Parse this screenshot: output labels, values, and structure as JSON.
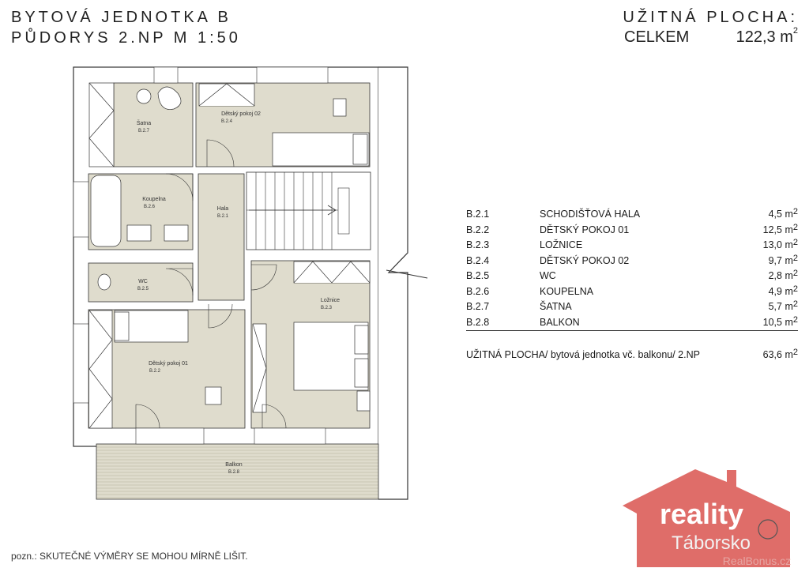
{
  "header": {
    "title_line1": "BYTOVÁ JEDNOTKA B",
    "title_line2": "PŮDORYS 2.NP  M 1:50",
    "usable_area_label": "UŽITNÁ PLOCHA:",
    "total_label": "CELKEM",
    "total_value": "122,3 m",
    "unit_sup": "2"
  },
  "plan": {
    "rooms": [
      {
        "name": "Šatna",
        "code": "B.2.7"
      },
      {
        "name": "Dětský pokoj 02",
        "code": "B.2.4"
      },
      {
        "name": "Koupelna",
        "code": "B.2.6"
      },
      {
        "name": "Hala",
        "code": "B.2.1"
      },
      {
        "name": "WC",
        "code": "B.2.5"
      },
      {
        "name": "Ložnice",
        "code": "B.2.3"
      },
      {
        "name": "Dětský pokoj 01",
        "code": "B.2.2"
      },
      {
        "name": "Balkon",
        "code": "B.2.8"
      }
    ]
  },
  "legend": {
    "rows": [
      {
        "code": "B.2.1",
        "name": "SCHODIŠŤOVÁ HALA",
        "area": "4,5 m"
      },
      {
        "code": "B.2.2",
        "name": "DĚTSKÝ POKOJ 01",
        "area": "12,5 m"
      },
      {
        "code": "B.2.3",
        "name": "LOŽNICE",
        "area": "13,0 m"
      },
      {
        "code": "B.2.4",
        "name": "DĚTSKÝ POKOJ 02",
        "area": "9,7 m"
      },
      {
        "code": "B.2.5",
        "name": "WC",
        "area": "2,8 m"
      },
      {
        "code": "B.2.6",
        "name": "KOUPELNA",
        "area": "4,9 m"
      },
      {
        "code": "B.2.7",
        "name": "ŠATNA",
        "area": "5,7 m"
      },
      {
        "code": "B.2.8",
        "name": "BALKON",
        "area": "10,5 m"
      }
    ],
    "summary_label": "UŽITNÁ PLOCHA/ bytová jednotka vč. balkonu/ 2.NP",
    "summary_value": "63,6 m"
  },
  "logo": {
    "text_main": "reality",
    "text_sub": "Táborsko",
    "text_watermark": "RealBonus.cz",
    "color_roof": "#d9534f",
    "color_text": "#ffffff"
  },
  "footer": {
    "note": "pozn.: SKUTEČNÉ VÝMĚRY SE MOHOU MÍRNĚ LIŠIT."
  },
  "colors": {
    "room_fill": "#dfdccd",
    "wall": "#ffffff",
    "line": "#333333"
  }
}
